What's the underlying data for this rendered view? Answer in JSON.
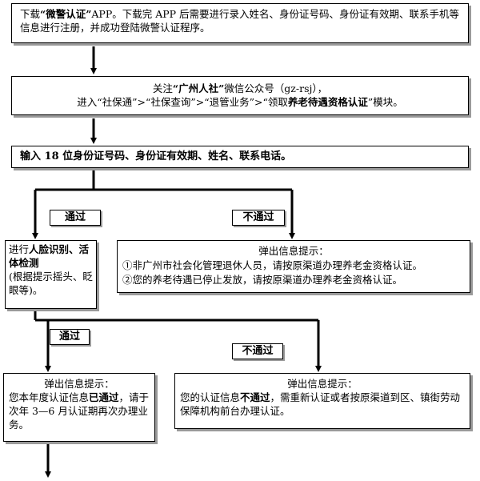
{
  "step1": {
    "t1": "下载",
    "t2": "“微警认证”",
    "t3": "APP。下载完 APP 后需要进行录入姓名、身份证号码、身份证有效期、联系手机等信息进行注册，并成功登陆微警认证程序。"
  },
  "step2": {
    "l1a": "关注",
    "l1b": "“广州人社”",
    "l1c": "微信公众号（gz-rsj），",
    "l2a": "进入“社保通”>“社保查询”>“退管业务”>“领取",
    "l2b": "养老待遇资格认证",
    "l2c": "”模块。"
  },
  "step3": {
    "text": "输入 18 位身份证号码、身份证有效期、姓名、联系电话。"
  },
  "branch1": {
    "pass_label": "通过",
    "fail_label": "不通过",
    "face": {
      "t1": "进行",
      "t2": "人脸识别、活体检测",
      "t3": "(根据提示摇头、眨眼等)。"
    },
    "fail_box": {
      "title": "弹出信息提示：",
      "line1": "①非广州市社会化管理退休人员，请按原渠道办理养老金资格认证。",
      "line2": "②您的养老待遇已停止发放，请按原渠道办理养老金资格认证。"
    }
  },
  "branch2": {
    "pass_label": "通过",
    "fail_label": "不通过",
    "pass_box": {
      "title": "弹出信息提示：",
      "t1": "您本年度认证信息",
      "t2": "已通过",
      "t3": "，请于次年 3—6 月认证期再次办理业务。"
    },
    "fail_box": {
      "title": "弹出信息提示：",
      "t1": "您的认证信息",
      "t2": "不通过",
      "t3": "，需重新认证或者按原渠道到区、镇街劳动保障机构前台办理认证。"
    }
  }
}
